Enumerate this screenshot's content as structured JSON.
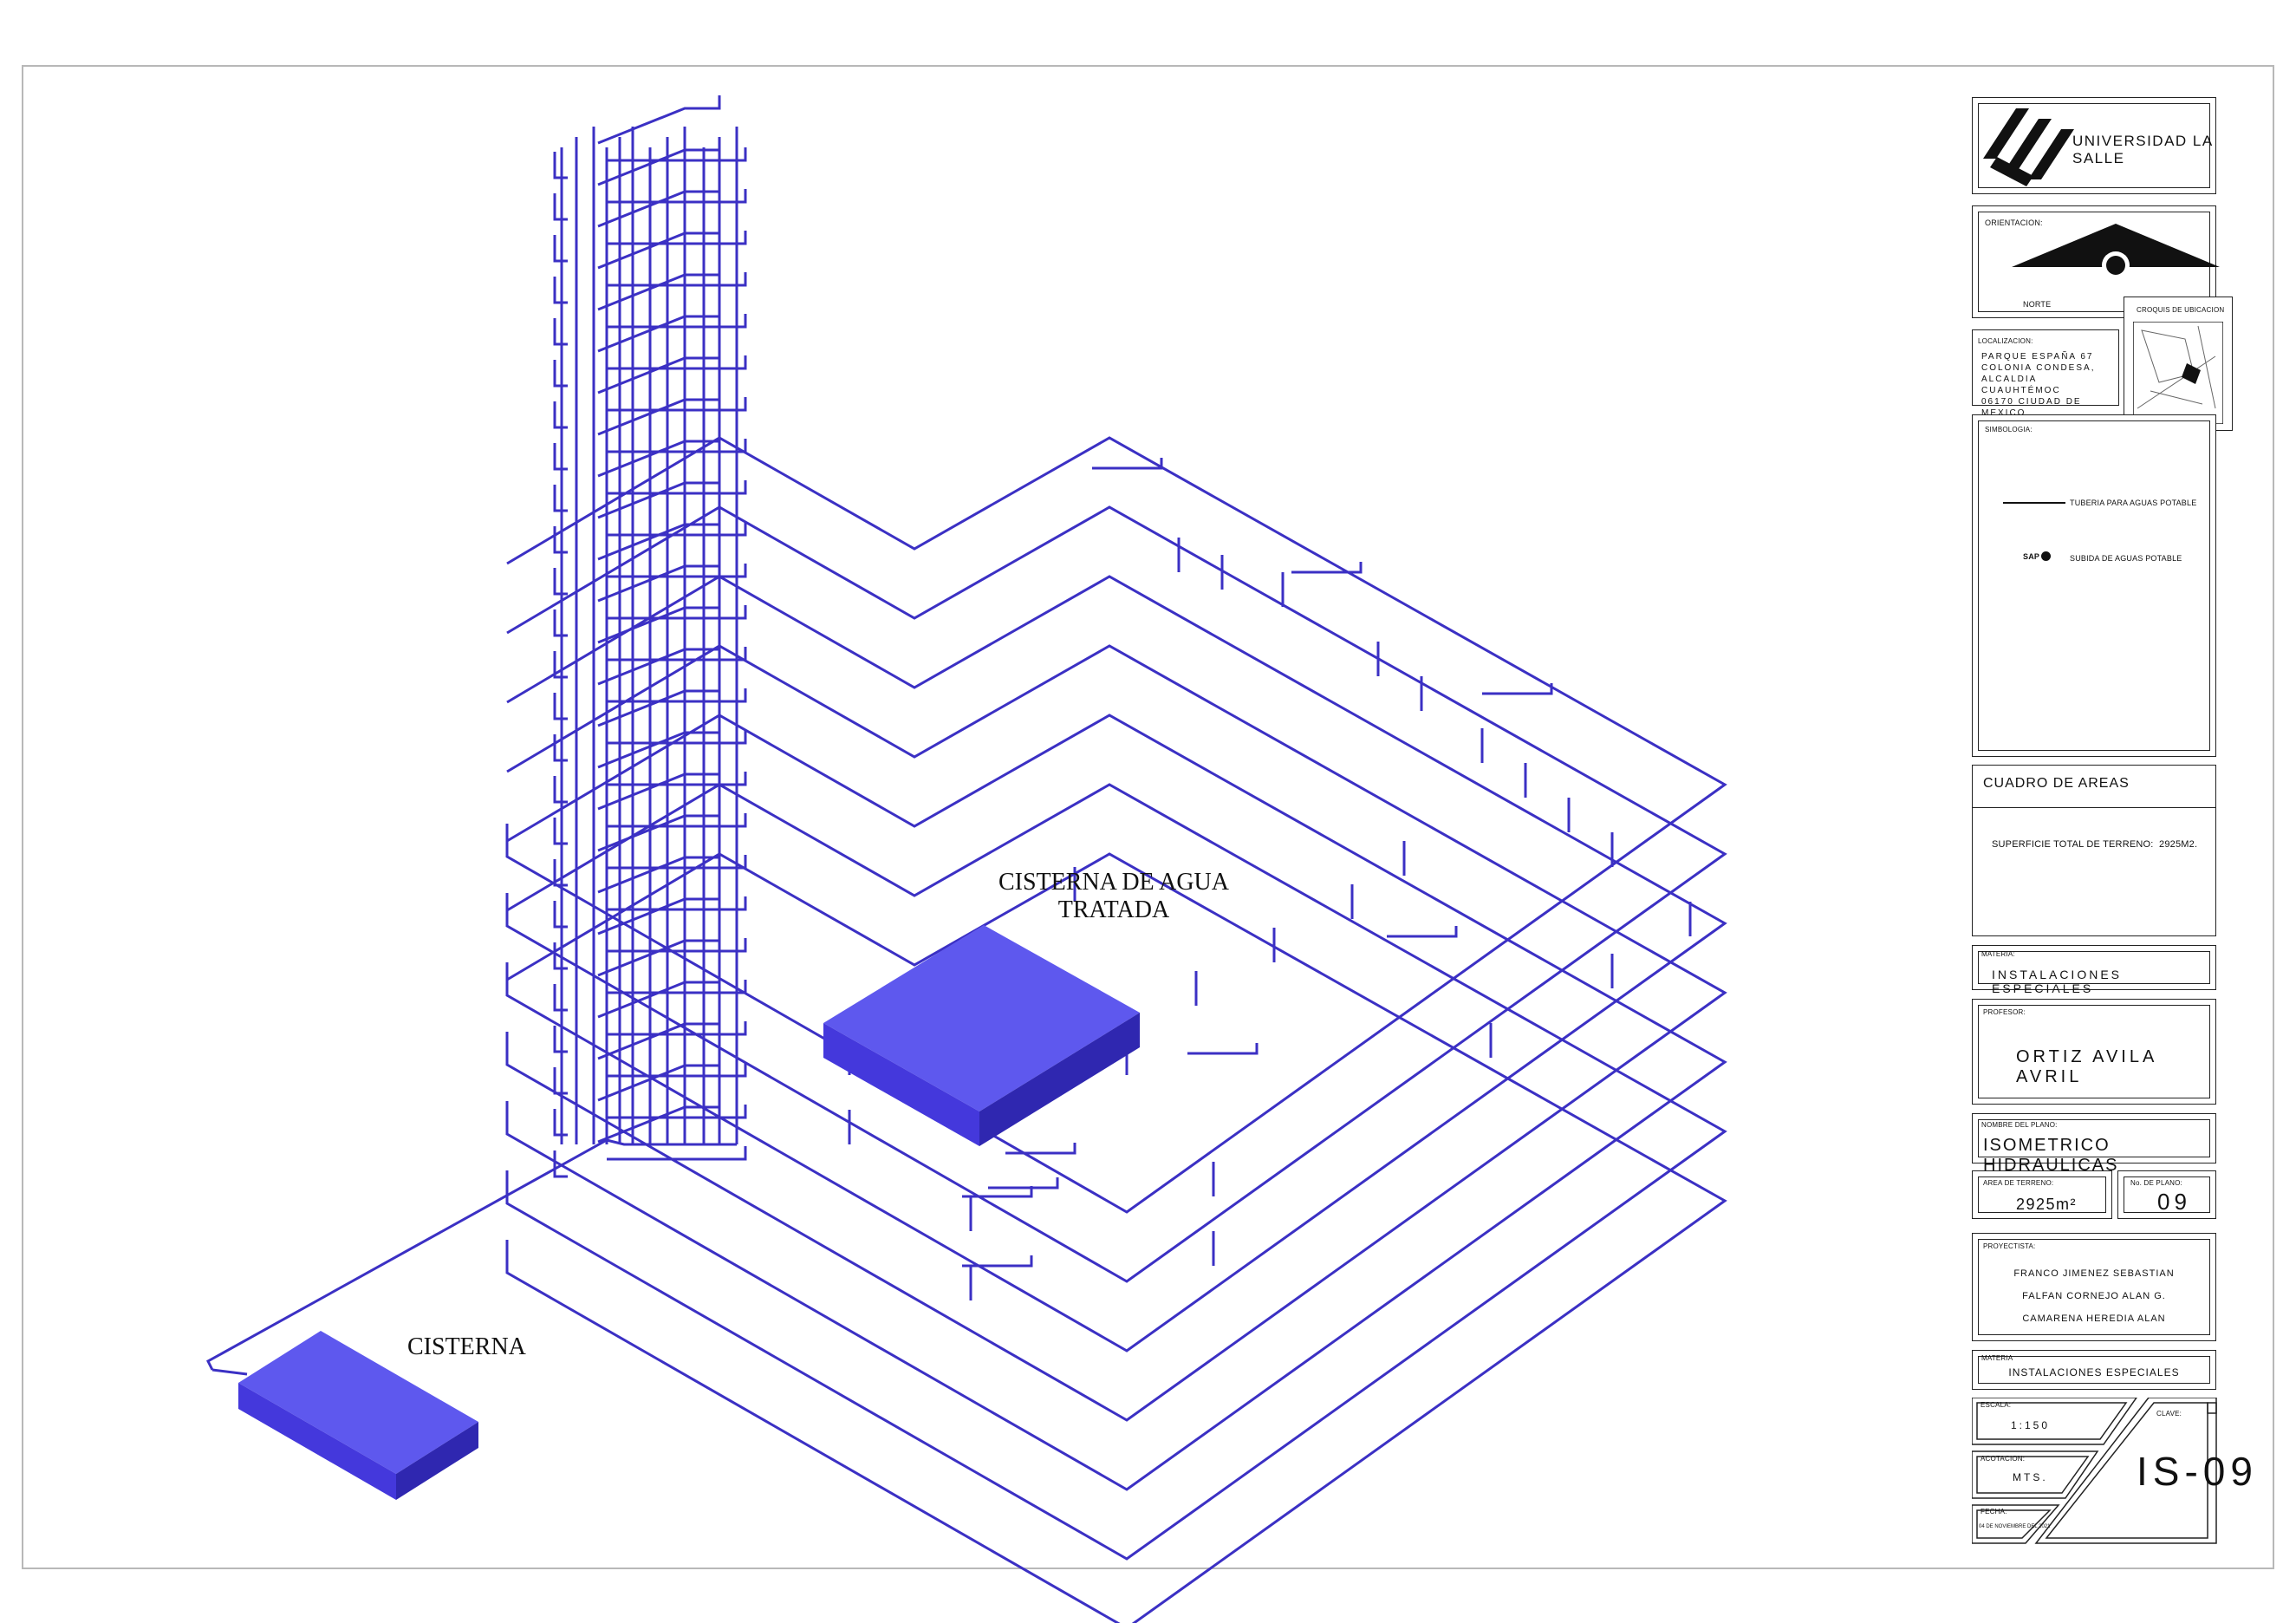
{
  "labels": {
    "cistern_treated": [
      "CISTERNA DE AGUA",
      "TRATADA"
    ],
    "cistern": "CISTERNA"
  },
  "title_block": {
    "university": "UNIVERSIDAD LA SALLE",
    "orientation_label": "ORIENTACION:",
    "north_label": "NORTE",
    "location_sketch_label": "CROQUIS DE UBICACION",
    "location_label": "LOCALIZACION:",
    "address": [
      "PARQUE ESPAÑA 67",
      "COLONIA CONDESA,",
      "ALCALDIA CUAUHTÉMOC",
      "06170 CIUDAD DE MEXICO"
    ],
    "legend_label": "SIMBOLOGIA:",
    "legend": [
      {
        "symbol": "line",
        "text": "TUBERIA PARA AGUAS POTABLE"
      },
      {
        "symbol": "SAP",
        "text": "SUBIDA DE AGUAS POTABLE"
      }
    ],
    "areas_title": "CUADRO DE AREAS",
    "total_area_label": "SUPERFICIE TOTAL DE TERRENO:",
    "total_area_value": "2925M2.",
    "subject_label": "MATERIA:",
    "subject": "INSTALACIONES ESPECIALES",
    "professor_label": "PROFESOR:",
    "professor": "ORTIZ AVILA AVRIL",
    "plan_name_label": "NOMBRE DEL PLANO:",
    "plan_name": "ISOMETRICO HIDRAULICAS",
    "land_area_label": "AREA DE TERRENO:",
    "land_area": "2925m²",
    "plan_number_label": "No. DE PLANO:",
    "plan_number": "09",
    "designers_label": "PROYECTISTA:",
    "designers": [
      "FRANCO JIMENEZ SEBASTIAN",
      "FALFAN CORNEJO ALAN G.",
      "CAMARENA HEREDIA ALAN"
    ],
    "subject2_label": "MATERIA",
    "subject2": "INSTALACIONES ESPECIALES",
    "scale_label": "ESCALA:",
    "scale": "1:150",
    "key_label": "CLAVE:",
    "key": "IS-09",
    "units_label": "ACOTACION:",
    "units": "MTS.",
    "date_label": "FECHA:",
    "date": "04 DE NOVIEMBRE DEL 2021"
  },
  "colors": {
    "pipe": "#3b30c4",
    "tank_top": "#5e58ee",
    "tank_front": "#4438dc",
    "tank_side": "#2f27b0"
  }
}
